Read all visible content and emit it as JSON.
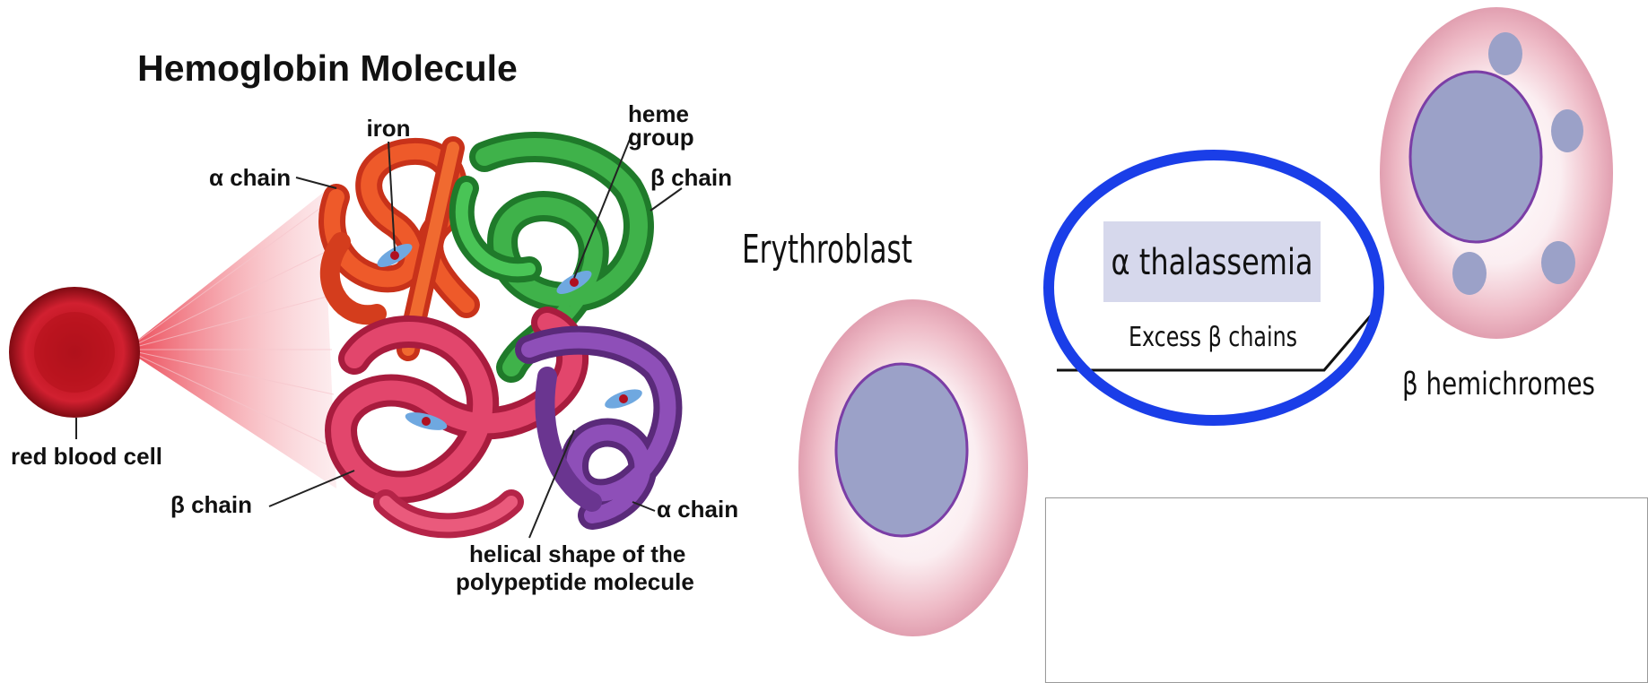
{
  "left_figure": {
    "title": "Hemoglobin Molecule",
    "labels": {
      "iron": "iron",
      "heme_line1": "heme",
      "heme_line2": "group",
      "alpha_chain_top": "α chain",
      "beta_chain_top": "β chain",
      "red_blood_cell": "red blood cell",
      "beta_chain_bottom": "β chain",
      "alpha_chain_bottom": "α chain",
      "helical_line1": "helical shape of the",
      "helical_line2": "polypeptide molecule"
    }
  },
  "right_figure": {
    "erythroblast_label": "Erythroblast",
    "condition_title": "α thalassemia",
    "condition_subtitle": "Excess  β chains",
    "hemichromes_label": "β hemichromes"
  },
  "colors": {
    "alpha_chain": "#e8461c",
    "beta_chain_green": "#2f9e3a",
    "beta_chain_pink": "#d9345a",
    "alpha_chain_purple": "#7d3fa0",
    "cell_outer": "#e7aab8",
    "nucleus": "#9aa0c6",
    "nucleus_border": "#7b3ea6",
    "highlight_ring": "#1a3ee8",
    "title_highlight": "#d7d9ec"
  }
}
